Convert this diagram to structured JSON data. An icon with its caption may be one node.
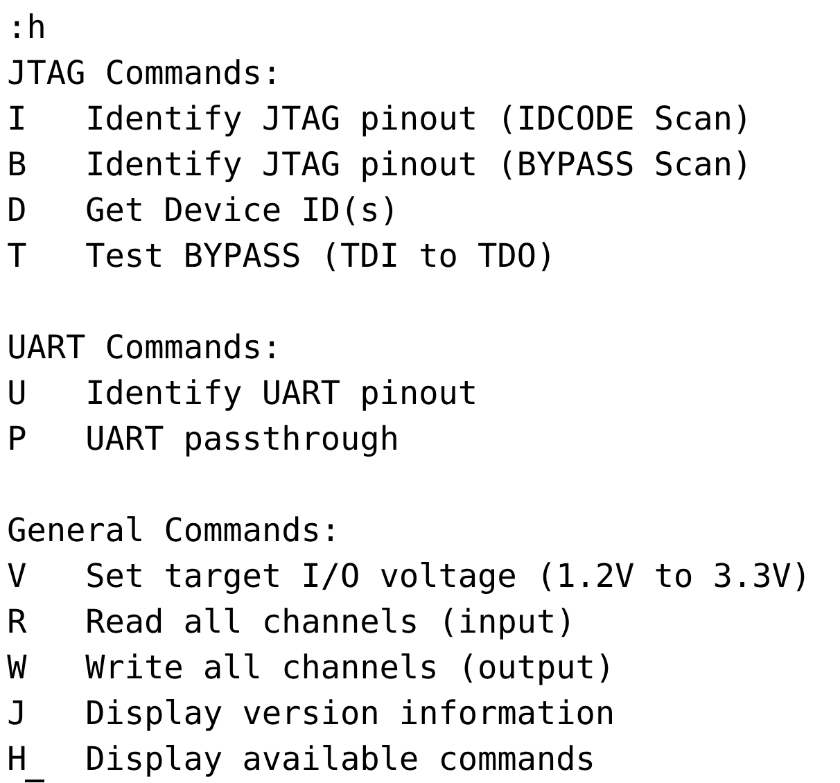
{
  "diagram": {
    "labels": [
      ":h",
      "JTAG Commands:",
      "I",
      "Identify JTAG pinout (IDCODE Scan)",
      "B",
      "Identify JTAG pinout (BYPASS Scan)",
      "D",
      "Get Device ID(s)",
      "T",
      "Test BYPASS (TDI to TDO)",
      "UART Commands:",
      "U",
      "Identify UART pinout",
      "P",
      "UART passthrough",
      "General Commands:",
      "V",
      "Set target I/O voltage (1.2V to 3.3V)",
      "R",
      "Read all channels (input)",
      "W",
      "Write all channels (output)",
      "J",
      "Display version information",
      "H",
      "Display available commands"
    ]
  }
}
